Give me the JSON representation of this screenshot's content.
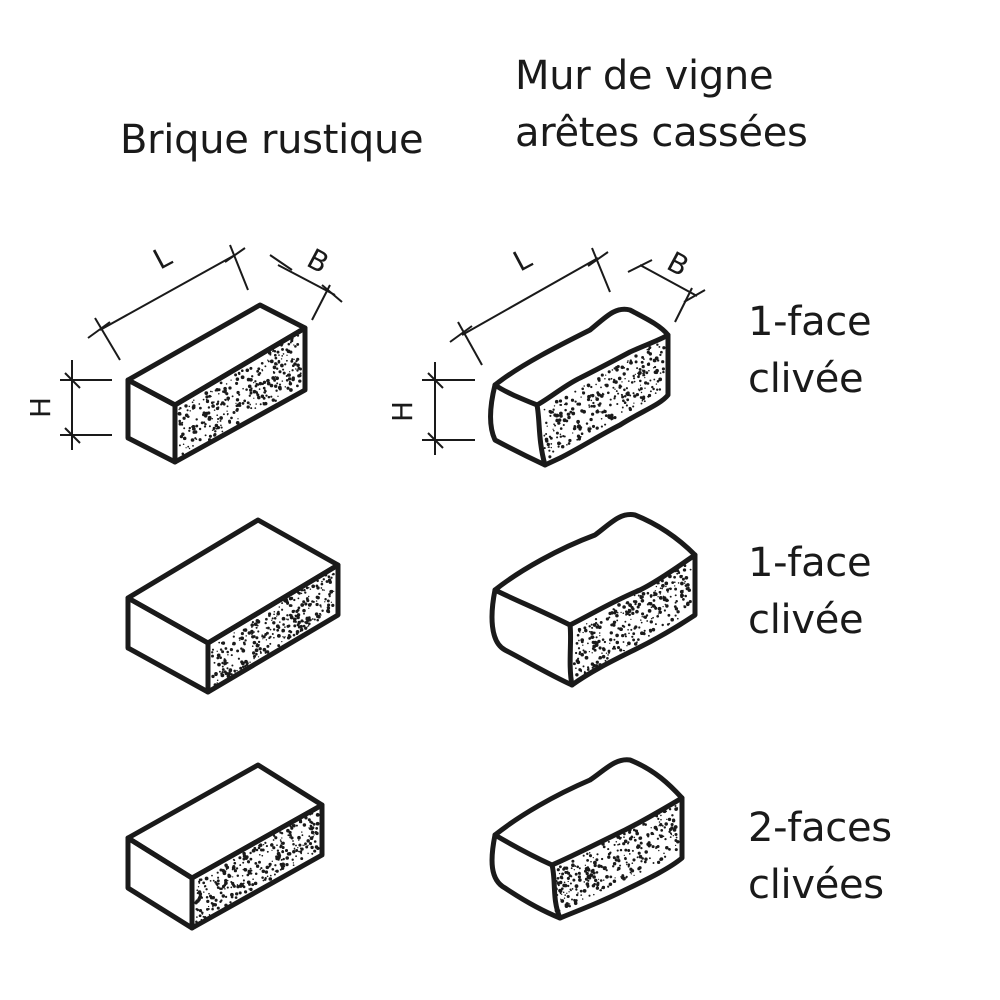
{
  "headings": {
    "left": "Brique rustique",
    "right_line1": "Mur de vigne",
    "right_line2": "arêtes cassées"
  },
  "dimensions": {
    "length": "L",
    "width": "B",
    "height": "H"
  },
  "rows": [
    {
      "line1": "1-face",
      "line2": "clivée"
    },
    {
      "line1": "1-face",
      "line2": "clivée"
    },
    {
      "line1": "2-faces",
      "line2": "clivées"
    }
  ],
  "colors": {
    "ink": "#1a1a1a",
    "background": "#ffffff"
  }
}
